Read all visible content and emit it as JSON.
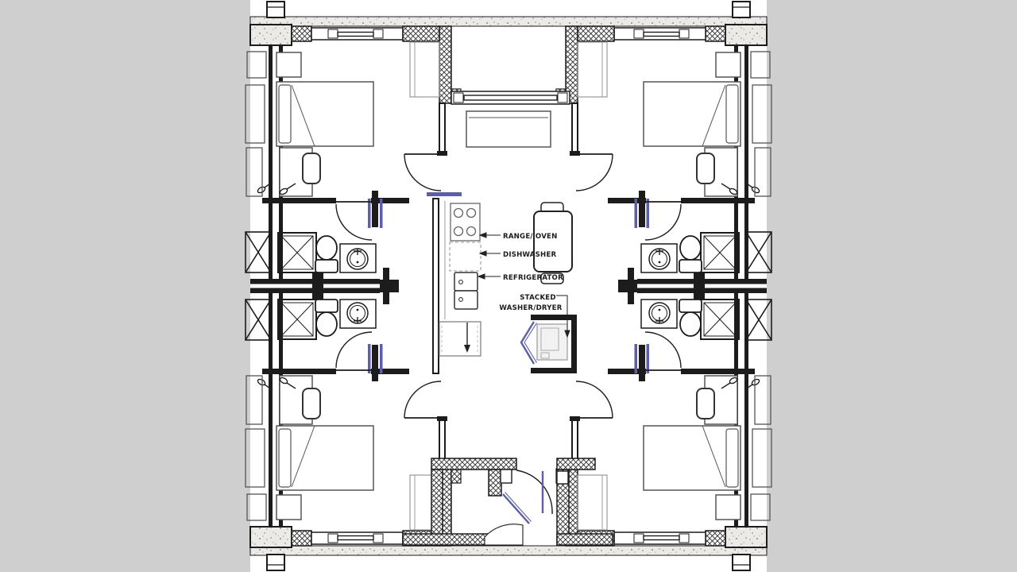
{
  "drawing": {
    "kind": "apartment-unit-floor-plan",
    "labels": {
      "range_oven": "RANGE/ OVEN",
      "dishwasher": "DISHWASHER",
      "refrigerator": "REFRIGERATOR",
      "stacked_line1": "STACKED",
      "stacked_line2": "WASHER/DRYER"
    },
    "colors": {
      "background": "#cfcfcf",
      "paper": "#ffffff",
      "wall": "#1c1c1c",
      "door_accent": "#5d5daa",
      "furniture_gray": "#8a8a8a"
    }
  }
}
